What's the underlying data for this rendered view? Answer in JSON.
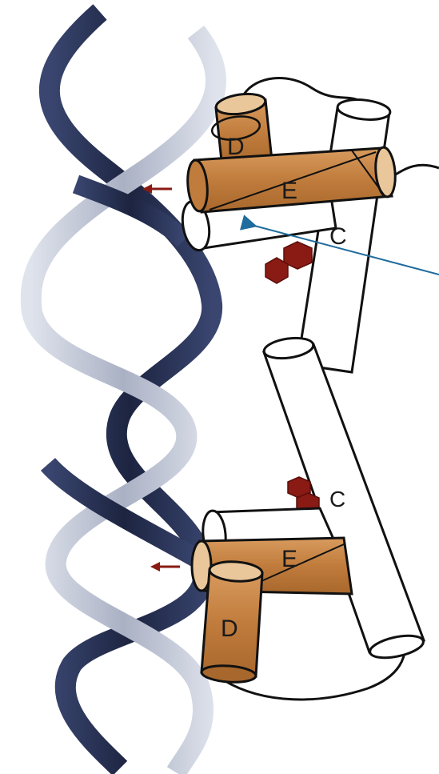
{
  "labels": {
    "upper_helix_d": "D",
    "upper_helix_e": "E",
    "upper_helix_c": "C",
    "lower_helix_c": "C",
    "lower_helix_e": "E",
    "lower_helix_d": "D"
  },
  "colors": {
    "dna_dark_strand": "#25304f",
    "dna_light_strand": "#c9cedb",
    "helix_tan": "#c8874a",
    "helix_tan_end": "#e9c79a",
    "helix_white": "#ffffff",
    "ligand": "#8a1a14",
    "arrow_red": "#8a1a14",
    "pointer_blue": "#1f6c9e",
    "outline": "#111111"
  },
  "icons": {
    "ligand": "hexagon-ring-pair-icon",
    "direction_arrow": "left-arrow-icon"
  }
}
